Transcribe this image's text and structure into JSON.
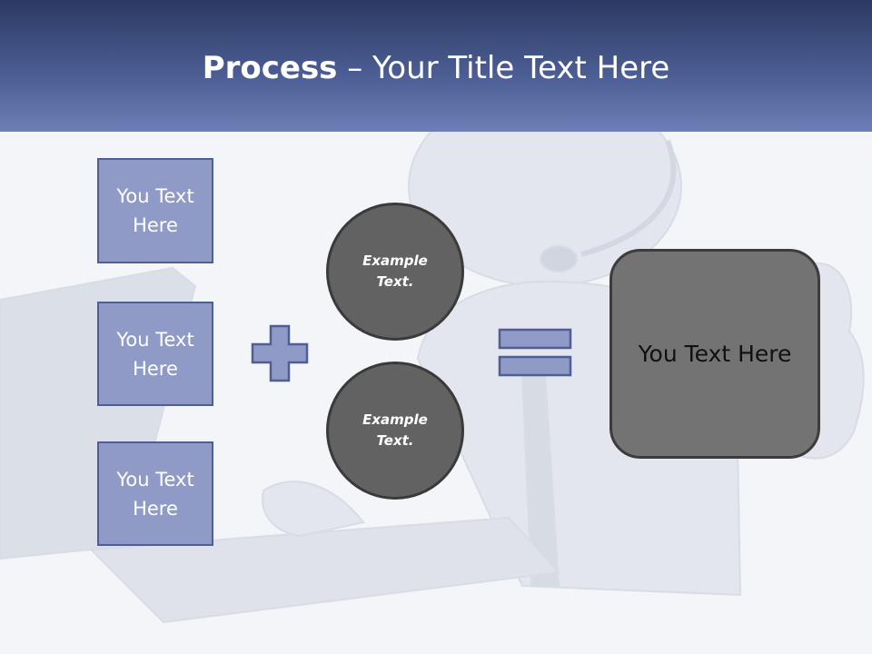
{
  "slide": {
    "title_bold": "Process",
    "title_rest": " – Your Title Text Here",
    "left_boxes": [
      {
        "label": "You Text Here"
      },
      {
        "label": "You Text Here"
      },
      {
        "label": "You Text Here"
      }
    ],
    "circles": [
      {
        "label": "Example Text."
      },
      {
        "label": "Example Text."
      }
    ],
    "result_label": "You Text Here"
  },
  "icons": [
    "plus-icon",
    "equals-icon"
  ],
  "colors": {
    "header_top": "#2c3a63",
    "header_bottom": "#6b7fb6",
    "box_fill": "#8f9bc6",
    "box_border": "#4f5f94",
    "circle_fill": "#626262",
    "result_fill": "#737373"
  }
}
